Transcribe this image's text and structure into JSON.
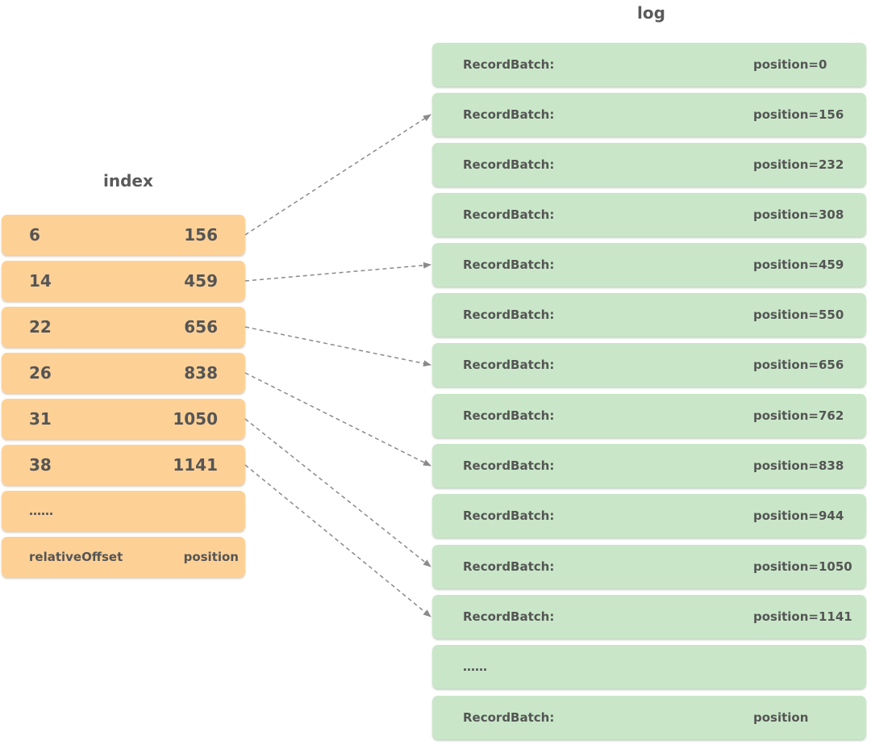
{
  "index": {
    "title": "index",
    "rows": [
      {
        "offset": "6",
        "position": "156"
      },
      {
        "offset": "14",
        "position": "459"
      },
      {
        "offset": "22",
        "position": "656"
      },
      {
        "offset": "26",
        "position": "838"
      },
      {
        "offset": "31",
        "position": "1050"
      },
      {
        "offset": "38",
        "position": "1141"
      },
      {
        "offset": "……",
        "position": ""
      },
      {
        "offset": "relativeOffset",
        "position": "position"
      }
    ]
  },
  "log": {
    "title": "log",
    "rows": [
      {
        "label": "RecordBatch:",
        "position": "position=0"
      },
      {
        "label": "RecordBatch:",
        "position": "position=156"
      },
      {
        "label": "RecordBatch:",
        "position": "position=232"
      },
      {
        "label": "RecordBatch:",
        "position": "position=308"
      },
      {
        "label": "RecordBatch:",
        "position": "position=459"
      },
      {
        "label": "RecordBatch:",
        "position": "position=550"
      },
      {
        "label": "RecordBatch:",
        "position": "position=656"
      },
      {
        "label": "RecordBatch:",
        "position": "position=762"
      },
      {
        "label": "RecordBatch:",
        "position": "position=838"
      },
      {
        "label": "RecordBatch:",
        "position": "position=944"
      },
      {
        "label": "RecordBatch:",
        "position": "position=1050"
      },
      {
        "label": "RecordBatch:",
        "position": "position=1141"
      },
      {
        "label": "……",
        "position": ""
      },
      {
        "label": "RecordBatch:",
        "position": "position"
      }
    ]
  },
  "colors": {
    "index_fill": "#fdd196",
    "log_fill": "#c9e7c8",
    "arrow": "#8a8a8a"
  },
  "links": [
    {
      "from_index": 0,
      "to_log": 1
    },
    {
      "from_index": 1,
      "to_log": 4
    },
    {
      "from_index": 2,
      "to_log": 6
    },
    {
      "from_index": 3,
      "to_log": 8
    },
    {
      "from_index": 4,
      "to_log": 10
    },
    {
      "from_index": 5,
      "to_log": 11
    }
  ]
}
